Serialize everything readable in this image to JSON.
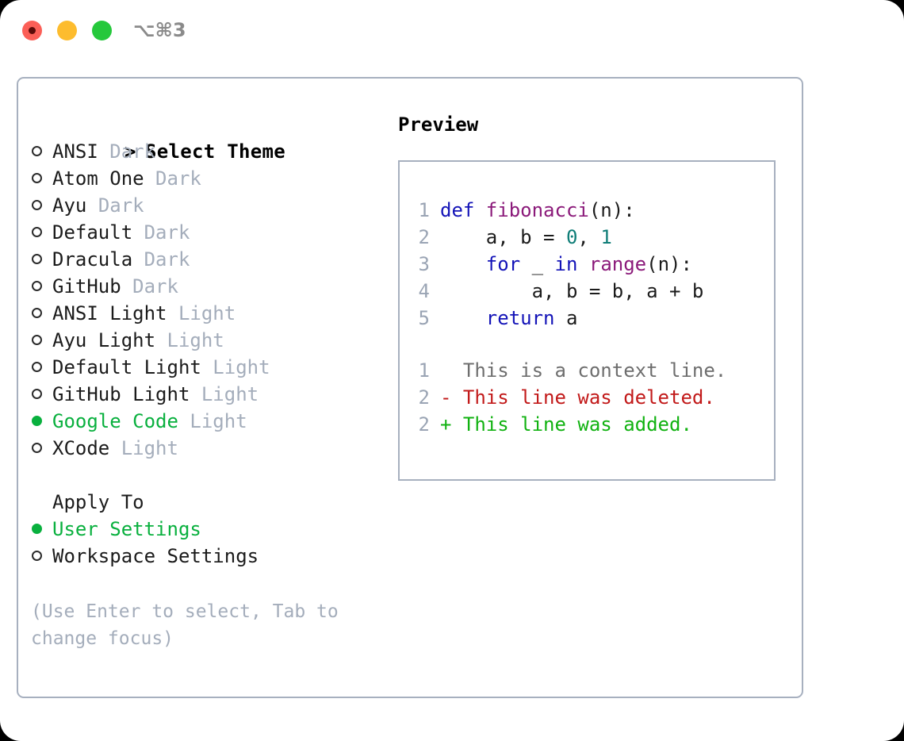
{
  "titlebar": {
    "buttons": [
      {
        "name": "close",
        "color": "#fb5f57"
      },
      {
        "name": "minimize",
        "color": "#fdbc2e"
      },
      {
        "name": "zoom",
        "color": "#25c83b"
      }
    ],
    "shortcut": "⌥⌘3"
  },
  "left": {
    "header_marker": ">",
    "header": "Select Theme",
    "themes": [
      {
        "marker": "○",
        "name": "ANSI",
        "kind": "Dark",
        "selected": false
      },
      {
        "marker": "○",
        "name": "Atom One",
        "kind": "Dark",
        "selected": false
      },
      {
        "marker": "○",
        "name": "Ayu",
        "kind": "Dark",
        "selected": false
      },
      {
        "marker": "○",
        "name": "Default",
        "kind": "Dark",
        "selected": false
      },
      {
        "marker": "○",
        "name": "Dracula",
        "kind": "Dark",
        "selected": false
      },
      {
        "marker": "○",
        "name": "GitHub",
        "kind": "Dark",
        "selected": false
      },
      {
        "marker": "○",
        "name": "ANSI Light",
        "kind": "Light",
        "selected": false
      },
      {
        "marker": "○",
        "name": "Ayu Light",
        "kind": "Light",
        "selected": false
      },
      {
        "marker": "○",
        "name": "Default Light",
        "kind": "Light",
        "selected": false
      },
      {
        "marker": "○",
        "name": "GitHub Light",
        "kind": "Light",
        "selected": false
      },
      {
        "marker": "●",
        "name": "Google Code",
        "kind": "Light",
        "selected": true
      },
      {
        "marker": "○",
        "name": "XCode",
        "kind": "Light",
        "selected": false
      }
    ],
    "apply_to_header": "Apply To",
    "apply_options": [
      {
        "marker": "●",
        "label": "User Settings",
        "selected": true
      },
      {
        "marker": "○",
        "label": "Workspace Settings",
        "selected": false
      }
    ],
    "hint": "(Use Enter to select, Tab to change focus)"
  },
  "preview": {
    "title": "Preview",
    "code_lines": [
      {
        "num": "1",
        "tokens": [
          {
            "t": "def ",
            "c": "kw"
          },
          {
            "t": "fibonacci",
            "c": "fn"
          },
          {
            "t": "(n):",
            "c": "pl"
          }
        ]
      },
      {
        "num": "2",
        "tokens": [
          {
            "t": "    a, b = ",
            "c": "pl"
          },
          {
            "t": "0",
            "c": "num"
          },
          {
            "t": ", ",
            "c": "pl"
          },
          {
            "t": "1",
            "c": "num"
          }
        ]
      },
      {
        "num": "3",
        "tokens": [
          {
            "t": "    ",
            "c": "pl"
          },
          {
            "t": "for",
            "c": "kw"
          },
          {
            "t": " _ ",
            "c": "pl"
          },
          {
            "t": "in",
            "c": "kw"
          },
          {
            "t": " ",
            "c": "pl"
          },
          {
            "t": "range",
            "c": "fn"
          },
          {
            "t": "(n):",
            "c": "pl"
          }
        ]
      },
      {
        "num": "4",
        "tokens": [
          {
            "t": "        a, b = b, a + b",
            "c": "pl"
          }
        ]
      },
      {
        "num": "5",
        "tokens": [
          {
            "t": "    ",
            "c": "pl"
          },
          {
            "t": "return",
            "c": "kw"
          },
          {
            "t": " a",
            "c": "pl"
          }
        ]
      }
    ],
    "diff_lines": [
      {
        "num": "1",
        "sign": "  ",
        "text": "This is a context line.",
        "c": "ctx"
      },
      {
        "num": "2",
        "sign": "- ",
        "text": "This line was deleted.",
        "c": "del"
      },
      {
        "num": "2",
        "sign": "+ ",
        "text": "This line was added.",
        "c": "add"
      }
    ]
  },
  "colors": {
    "accent_green": "#09b03e",
    "muted": "#a4adbb",
    "border": "#a7b0bf",
    "keyword": "#1414b8",
    "function": "#8b1a7a",
    "number": "#0f7d77",
    "diff_added": "#11b211",
    "diff_deleted": "#c21a1a"
  }
}
